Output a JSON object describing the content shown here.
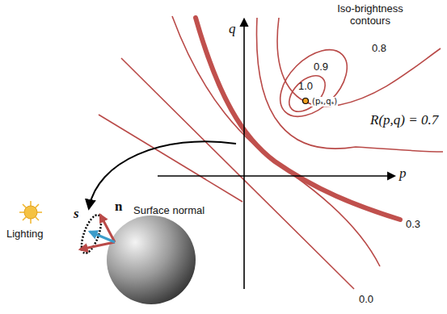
{
  "diagram": {
    "labels": [
      "Iso-brightness contours",
      "q",
      "p",
      "1.0",
      "(pₛ,qₛ)",
      "0.9",
      "0.8",
      "R(p,q) = 0.7",
      "0.3",
      "0.0",
      "Surface normal",
      "n",
      "s",
      "Lighting"
    ]
  }
}
